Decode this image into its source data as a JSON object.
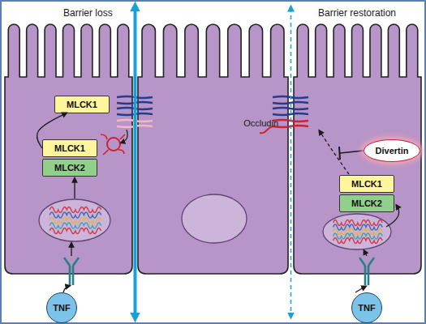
{
  "diagram": {
    "nodes": [
      {
        "text": [
          "MLCK1"
        ]
      },
      {
        "text": [
          "MLCK1"
        ]
      },
      {
        "text": [
          "MLCK2"
        ]
      },
      {
        "text": [
          "Divertin"
        ]
      },
      {
        "text": [
          "MLCK1"
        ]
      },
      {
        "text": [
          "MLCK2"
        ]
      },
      {
        "text": [
          "TNF"
        ]
      },
      {
        "text": [
          "TNF"
        ]
      }
    ],
    "edges": [
      {
        "from": 1,
        "to": 0,
        "arrow": "to"
      }
    ],
    "labels": [
      "Barrier loss",
      "Barrier restoration",
      "Occludin"
    ]
  }
}
